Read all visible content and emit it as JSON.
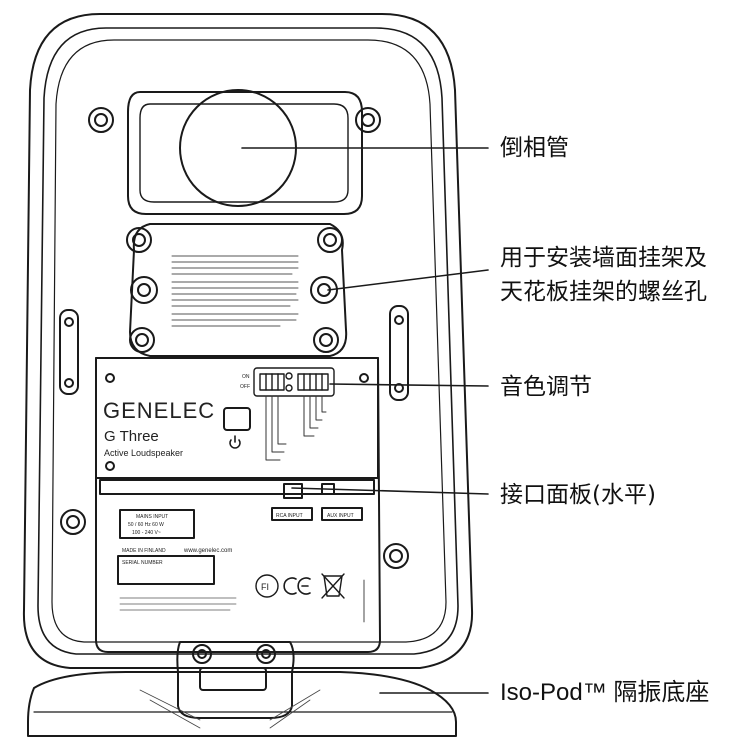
{
  "callouts": {
    "port": "倒相管",
    "mount": [
      "用于安装墙面挂架及",
      "天花板挂架的螺丝孔"
    ],
    "tone": "音色调节",
    "panel": "接口面板(水平)",
    "isopod": "Iso-Pod™ 隔振底座"
  },
  "nameplate": {
    "brand": "GENELEC",
    "model": "G Three",
    "subtitle": "Active Loudspeaker"
  },
  "rear_panel": {
    "mains_label": "MAINS INPUT",
    "voltage": "50 / 60 Hz 60 W",
    "voltage2": "100 - 240 V~",
    "website": "www.genelec.com",
    "serial_label": "SERIAL NUMBER",
    "made_in": "MADE IN FINLAND",
    "input_a": "RCA INPUT",
    "input_b": "AUX INPUT",
    "switch_on": "ON",
    "switch_off": "OFF",
    "fi_mark": "FI",
    "ce_mark": "CE"
  },
  "colors": {
    "line": "#1a1a1a",
    "text": "#111111",
    "background": "#ffffff"
  }
}
